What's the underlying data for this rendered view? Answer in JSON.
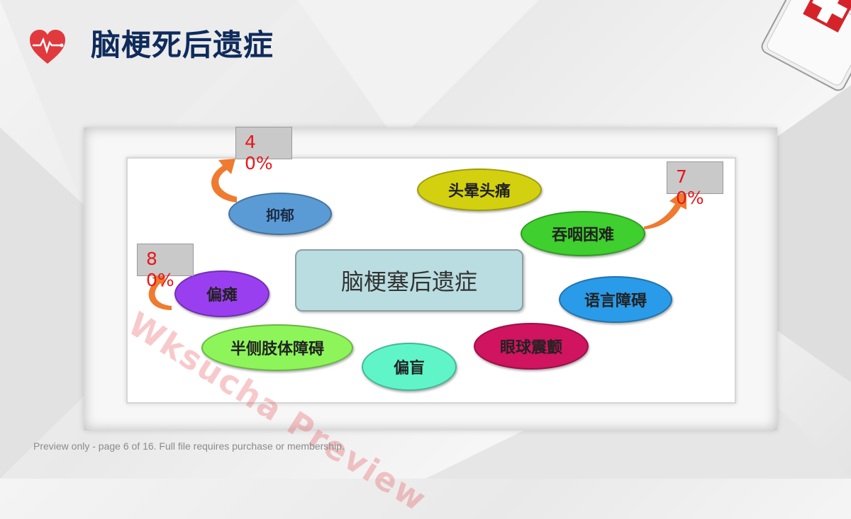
{
  "slide": {
    "title": "脑梗死后遗症",
    "footer": "Preview only - page 6 of 16. Full file requires purchase or membership.",
    "watermark": "Wksucha Preview"
  },
  "diagram": {
    "center": "脑梗塞后遗症",
    "nodes": [
      {
        "label": "抑郁",
        "color": "#5b9bd5"
      },
      {
        "label": "头晕头痛",
        "color": "#d3d10f"
      },
      {
        "label": "吞咽困难",
        "color": "#3fcf2e"
      },
      {
        "label": "偏瘫",
        "color": "#9a3ff0"
      },
      {
        "label": "语言障碍",
        "color": "#2a9be8"
      },
      {
        "label": "半侧肢体障碍",
        "color": "#8df55a"
      },
      {
        "label": "眼球震颤",
        "color": "#d0145f"
      },
      {
        "label": "偏盲",
        "color": "#5ff5c9"
      }
    ],
    "percentages": [
      {
        "value": "40%",
        "target": "抑郁"
      },
      {
        "value": "70%",
        "target": "吞咽困难"
      },
      {
        "value": "80%",
        "target": "偏瘫"
      }
    ]
  },
  "icons": [
    "heartbeat-icon",
    "first-aid-kit-icon"
  ],
  "colors": {
    "title": "#0f2b5c",
    "percent_text": "#e8171b",
    "arrow": "#ee7b30"
  }
}
